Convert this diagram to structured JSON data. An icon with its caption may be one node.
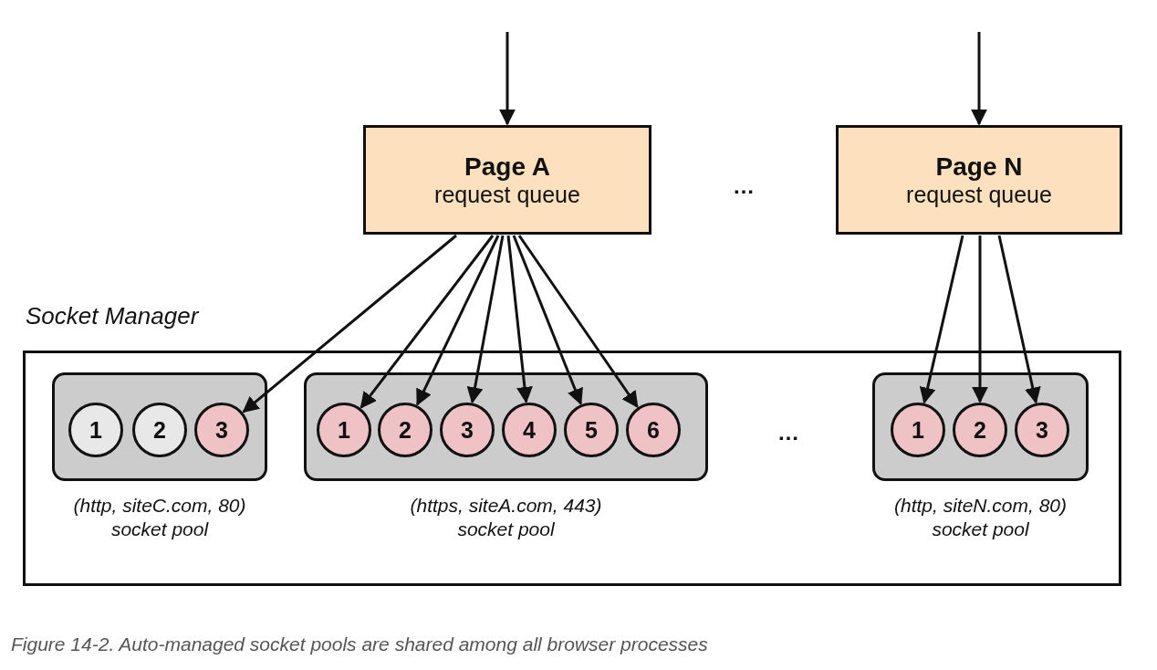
{
  "diagram": {
    "caption": "Figure 14-2. Auto-managed socket pools are shared among all browser processes",
    "nodes": [
      {
        "text": [
          "Page A",
          "request queue"
        ]
      },
      {
        "text": [
          "Page N",
          "request queue"
        ]
      },
      {
        "text": [
          "Socket Manager"
        ]
      },
      {
        "text": [],
        "shape": "box",
        "in": 2,
        "beside": [
          "(http, siteC.com, 80) socket pool"
        ]
      },
      {
        "text": [
          "1"
        ],
        "in": 3
      },
      {
        "text": [
          "2"
        ],
        "in": 3
      },
      {
        "text": [
          "3"
        ],
        "in": 3
      },
      {
        "text": [],
        "shape": "box",
        "in": 2,
        "beside": [
          "(https, siteA.com, 443) socket pool"
        ]
      },
      {
        "text": [
          "1"
        ],
        "in": 7
      },
      {
        "text": [
          "2"
        ],
        "in": 7
      },
      {
        "text": [
          "3"
        ],
        "in": 7
      },
      {
        "text": [
          "4"
        ],
        "in": 7
      },
      {
        "text": [
          "5"
        ],
        "in": 7
      },
      {
        "text": [
          "6"
        ],
        "in": 7
      },
      {
        "text": [],
        "shape": "box",
        "in": 2,
        "beside": [
          "(http, siteN.com, 80) socket pool"
        ]
      },
      {
        "text": [
          "1"
        ],
        "in": 14
      },
      {
        "text": [
          "2"
        ],
        "in": 14
      },
      {
        "text": [
          "3"
        ],
        "in": 14
      }
    ],
    "edges": [
      {
        "from": null,
        "to": 0,
        "arrow": "to"
      },
      {
        "from": null,
        "to": 1,
        "arrow": "to"
      },
      {
        "from": 0,
        "to": 6,
        "arrow": "to"
      },
      {
        "from": 0,
        "to": 8,
        "arrow": "to"
      },
      {
        "from": 0,
        "to": 9,
        "arrow": "to"
      },
      {
        "from": 0,
        "to": 10,
        "arrow": "to"
      },
      {
        "from": 0,
        "to": 11,
        "arrow": "to"
      },
      {
        "from": 0,
        "to": 12,
        "arrow": "to"
      },
      {
        "from": 0,
        "to": 13,
        "arrow": "to"
      },
      {
        "from": 1,
        "to": 15,
        "arrow": "to"
      },
      {
        "from": 1,
        "to": 16,
        "arrow": "to"
      },
      {
        "from": 1,
        "to": 17,
        "arrow": "to"
      }
    ],
    "labels": [
      "…",
      "…"
    ]
  }
}
